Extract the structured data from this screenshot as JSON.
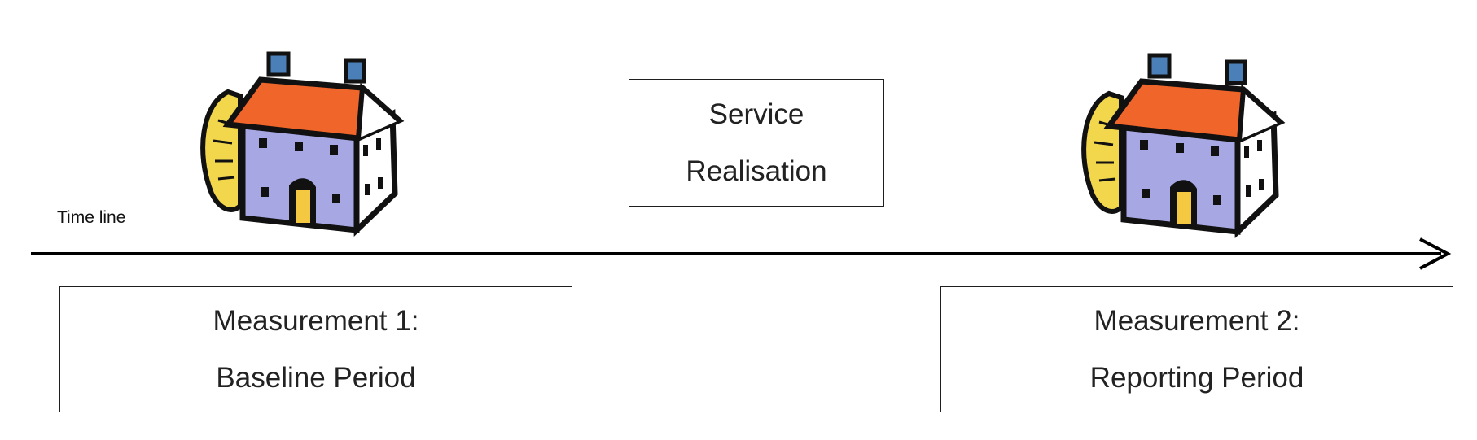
{
  "timeline": {
    "label": "Time line"
  },
  "service": {
    "line1": "Service",
    "line2": "Realisation"
  },
  "measurement_1": {
    "line1": "Measurement 1:",
    "line2": "Baseline Period"
  },
  "measurement_2": {
    "line1": "Measurement 2:",
    "line2": "Reporting Period"
  },
  "icons": {
    "left": "house-icon",
    "right": "house-icon"
  },
  "colors": {
    "roof": "#f0652a",
    "walls": "#a7a7e4",
    "door": "#f5c842",
    "bush": "#f2d64b",
    "chimney": "#4a7fb8",
    "outline": "#111111"
  }
}
